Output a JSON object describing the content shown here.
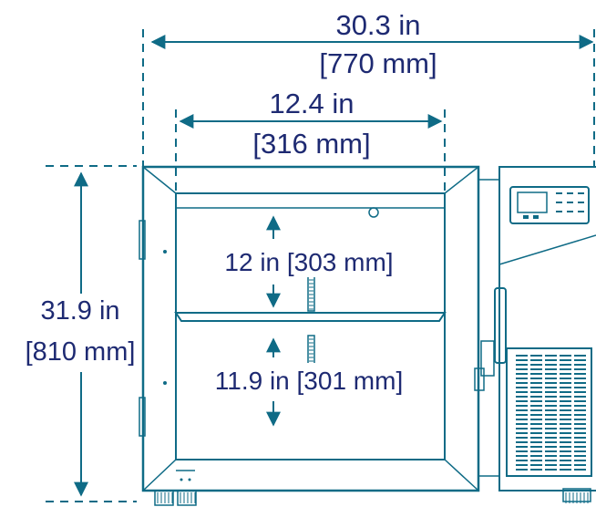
{
  "dimensions": {
    "overall_width": {
      "imperial": "30.3 in",
      "metric": "[770 mm]"
    },
    "interior_width": {
      "imperial": "12.4 in",
      "metric": "[316 mm]"
    },
    "overall_height": {
      "imperial": "31.9 in",
      "metric": "[810 mm]"
    },
    "upper_compartment_height": {
      "text": "12 in [303 mm]"
    },
    "lower_compartment_height": {
      "text": "11.9 in [301 mm]"
    }
  },
  "colors": {
    "dimension_text": "#1e2a72",
    "line_art": "#0f6b86",
    "background": "#ffffff"
  }
}
